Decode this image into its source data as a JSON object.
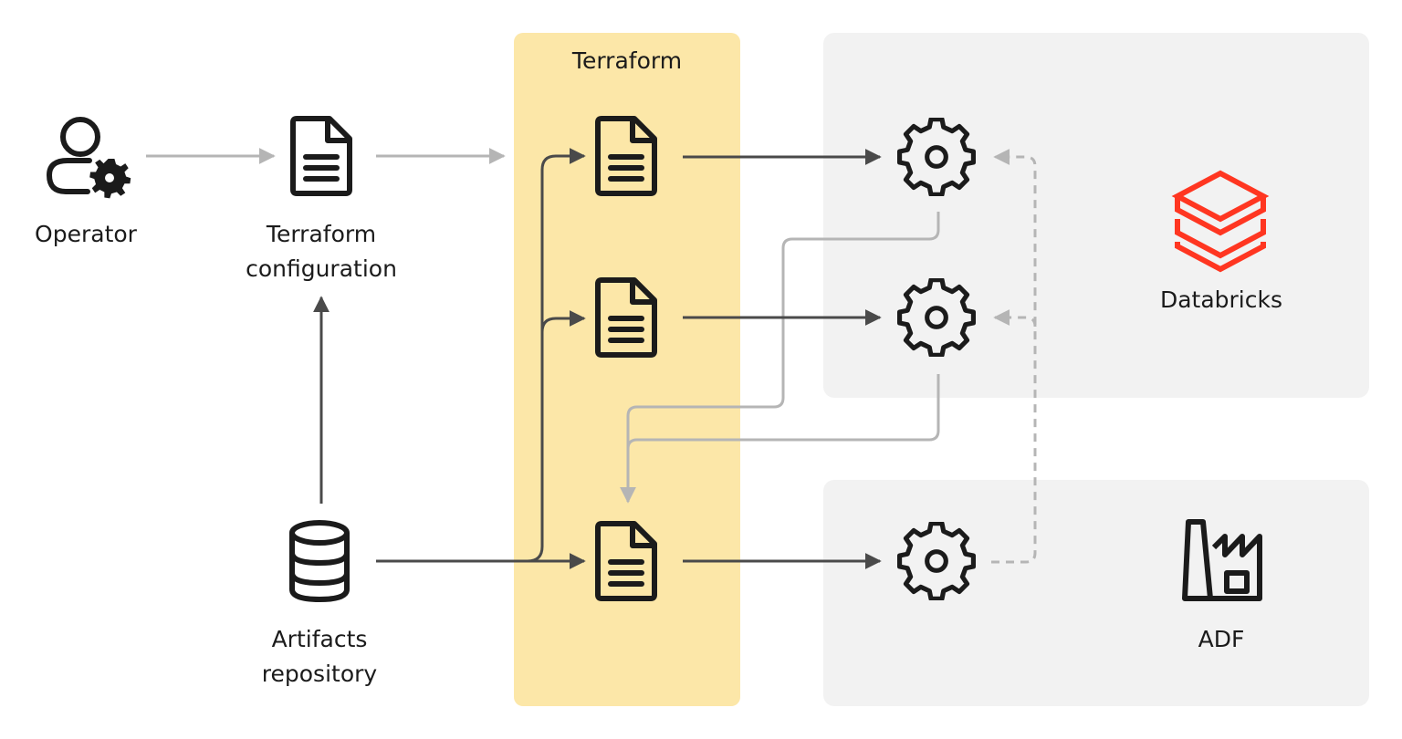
{
  "diagram": {
    "terraform_panel_title": "Terraform",
    "operator_label": "Operator",
    "config_label_line1": "Terraform",
    "config_label_line2": "configuration",
    "repo_label_line1": "Artifacts",
    "repo_label_line2": "repository",
    "databricks_label": "Databricks",
    "adf_label": "ADF"
  },
  "colors": {
    "terraform_panel": "#fce7a8",
    "service_panel": "#f2f2f2",
    "icon_stroke": "#1b1b1b",
    "arrow_dark": "#4a4a4a",
    "arrow_light": "#b5b5b5",
    "databricks_brand": "#ff3621"
  },
  "icons": {
    "operator": "user-gear-icon",
    "config": "document-icon",
    "repo": "database-icon",
    "resource": "gear-icon",
    "databricks": "databricks-logo-icon",
    "adf": "factory-icon"
  }
}
